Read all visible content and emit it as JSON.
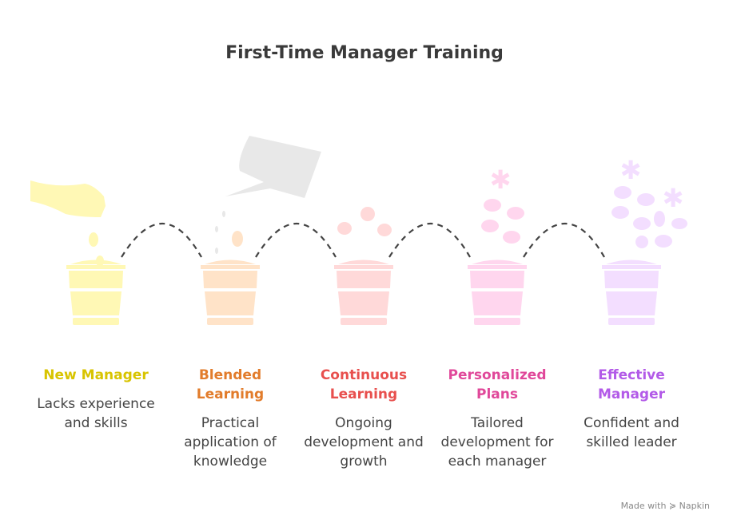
{
  "title": "First-Time Manager Training",
  "stages": [
    {
      "name": "New Manager",
      "desc": "Lacks experience and skills",
      "color": "#D8C400",
      "pot": "#FFF8B5"
    },
    {
      "name": "Blended Learning",
      "desc": "Practical application of knowledge",
      "color": "#E27C2B",
      "pot": "#FFE3C8"
    },
    {
      "name": "Continuous Learning",
      "desc": "Ongoing development and growth",
      "color": "#E8504E",
      "pot": "#FFD9D9"
    },
    {
      "name": "Personalized Plans",
      "desc": "Tailored development for each manager",
      "color": "#E0489A",
      "pot": "#FFD6EE"
    },
    {
      "name": "Effective Manager",
      "desc": "Confident and skilled leader",
      "color": "#B35BE8",
      "pot": "#F3DEFF"
    }
  ],
  "credit": "Made with ≽ Napkin"
}
